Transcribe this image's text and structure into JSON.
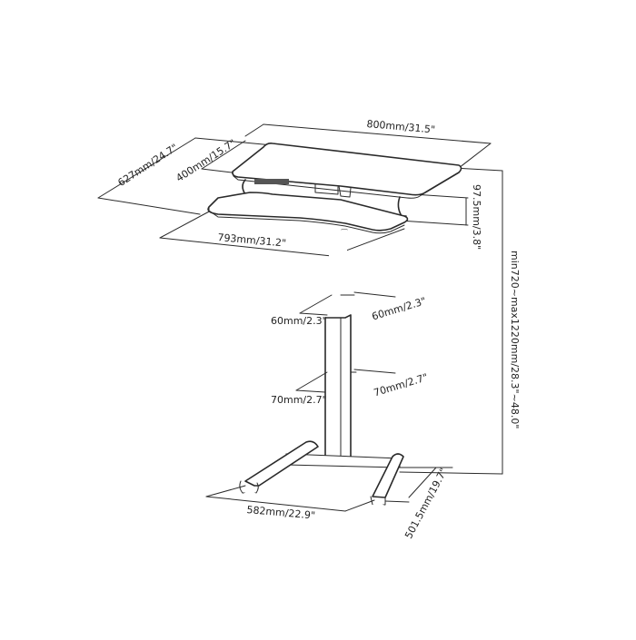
{
  "diagram": {
    "subject": "standing-desk-dimension-drawing",
    "dimensions": {
      "overall_depth": "627mm/24.7\"",
      "top_depth": "400mm/15.7\"",
      "top_width": "800mm/31.5\"",
      "tray_offset": "97.5mm/3.8\"",
      "height_range": "min720~max1220mm/28.3\"~48.0\"",
      "tray_width": "793mm/31.2\"",
      "upper_column_width": "60mm/2.3\"",
      "upper_column_depth": "60mm/2.3\"",
      "lower_column_width": "70mm/2.7\"",
      "lower_column_depth": "70mm/2.7\"",
      "base_width": "582mm/22.9\"",
      "base_depth": "501.5mm/19.7\""
    },
    "colors": {
      "line": "#2a2a2a",
      "background": "#ffffff"
    }
  }
}
